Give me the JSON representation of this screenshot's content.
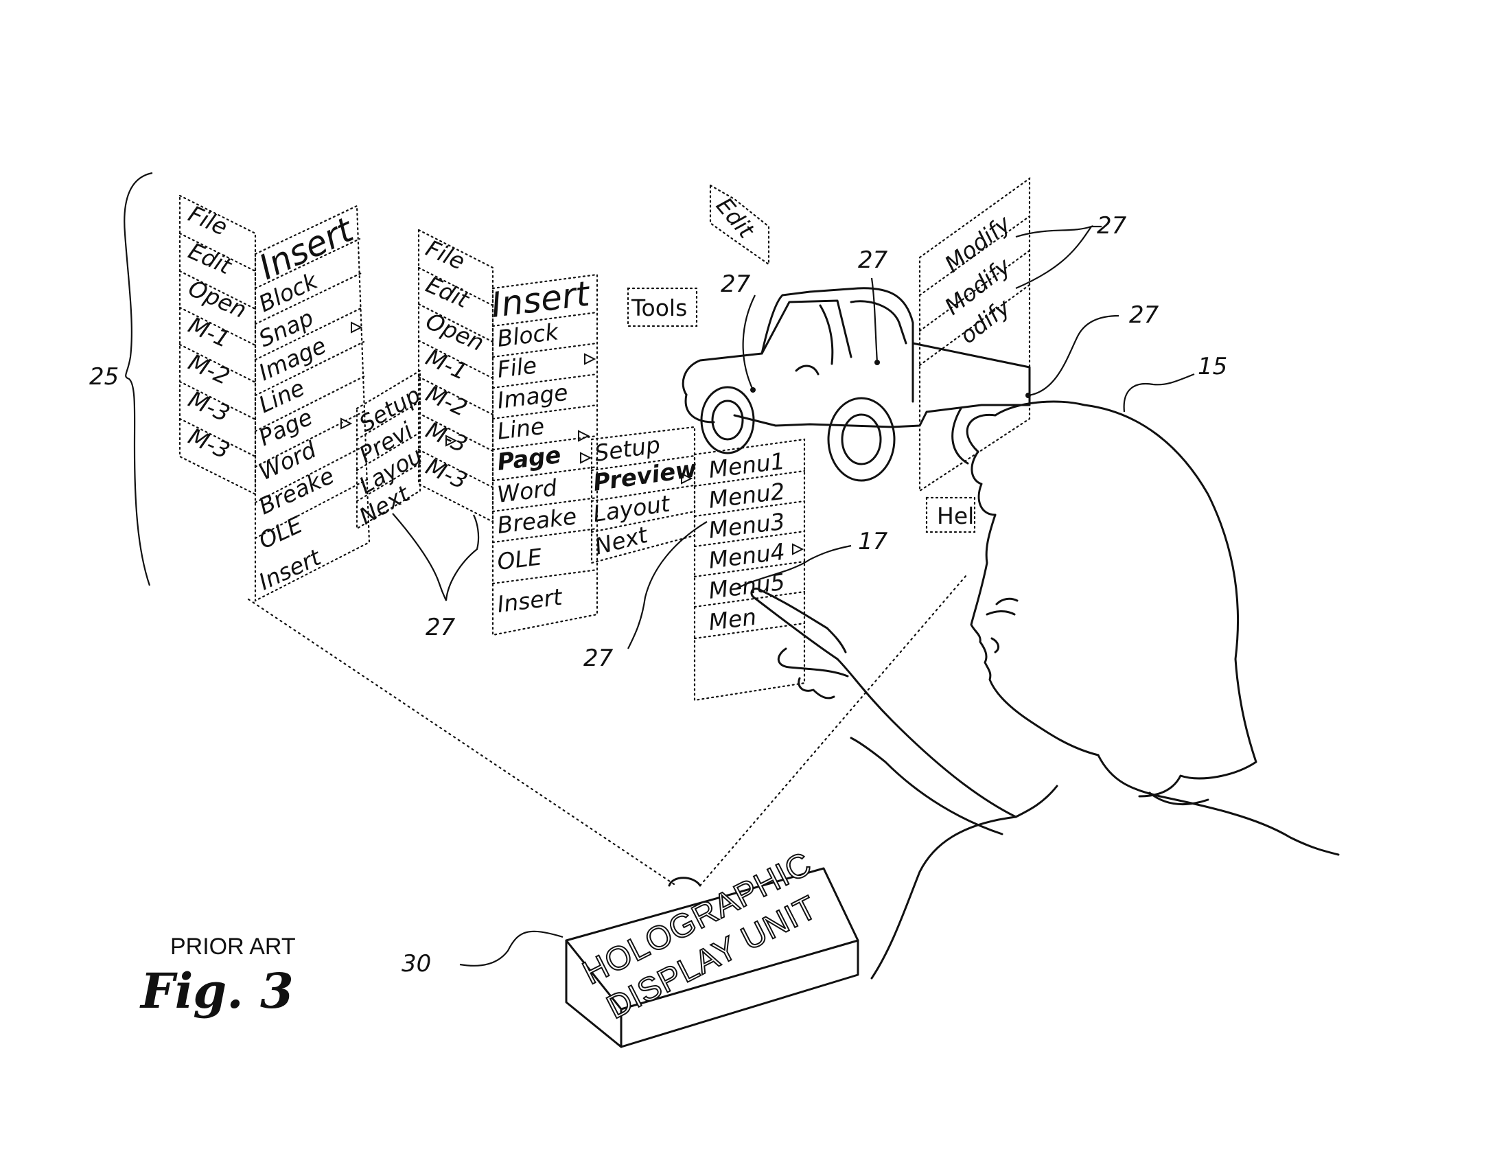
{
  "caption": {
    "prior_art": "PRIOR ART",
    "figure": "Fig. 3"
  },
  "unit": {
    "label_line1": "HOLOGRAPHIC",
    "label_line2": "DISPLAY UNIT"
  },
  "refs": {
    "r25": "25",
    "r27": "27",
    "r15": "15",
    "r17": "17",
    "r30": "30"
  },
  "menu_a_left": [
    "File",
    "Edit",
    "Open",
    "M-1",
    "M-2",
    "M-3",
    "M-3"
  ],
  "menu_a_right": [
    "Insert",
    "Block",
    "Snap",
    "Image",
    "Line",
    "Page",
    "Word",
    "Breake",
    "OLE",
    "Insert"
  ],
  "menu_a_sub": [
    "Setup",
    "Previ",
    "Layou",
    "Next"
  ],
  "menu_b_left": [
    "File",
    "Edit",
    "Open",
    "M-1",
    "M-2",
    "M-3",
    "M-3"
  ],
  "menu_b_right": [
    "Insert",
    "Block",
    "File",
    "Image",
    "Line",
    "Page",
    "Word",
    "Breake",
    "OLE",
    "Insert"
  ],
  "menu_b_sub": [
    "Setup",
    "Preview",
    "Layout",
    "Next"
  ],
  "menu_c": [
    "Menu1",
    "Menu2",
    "Menu3",
    "Menu4",
    "Menu5",
    "Men"
  ],
  "floating": {
    "edit": "Edit",
    "tools": "Tools",
    "help": "Hel"
  },
  "modify_menu": [
    "Modify",
    "Modify",
    "odify"
  ]
}
